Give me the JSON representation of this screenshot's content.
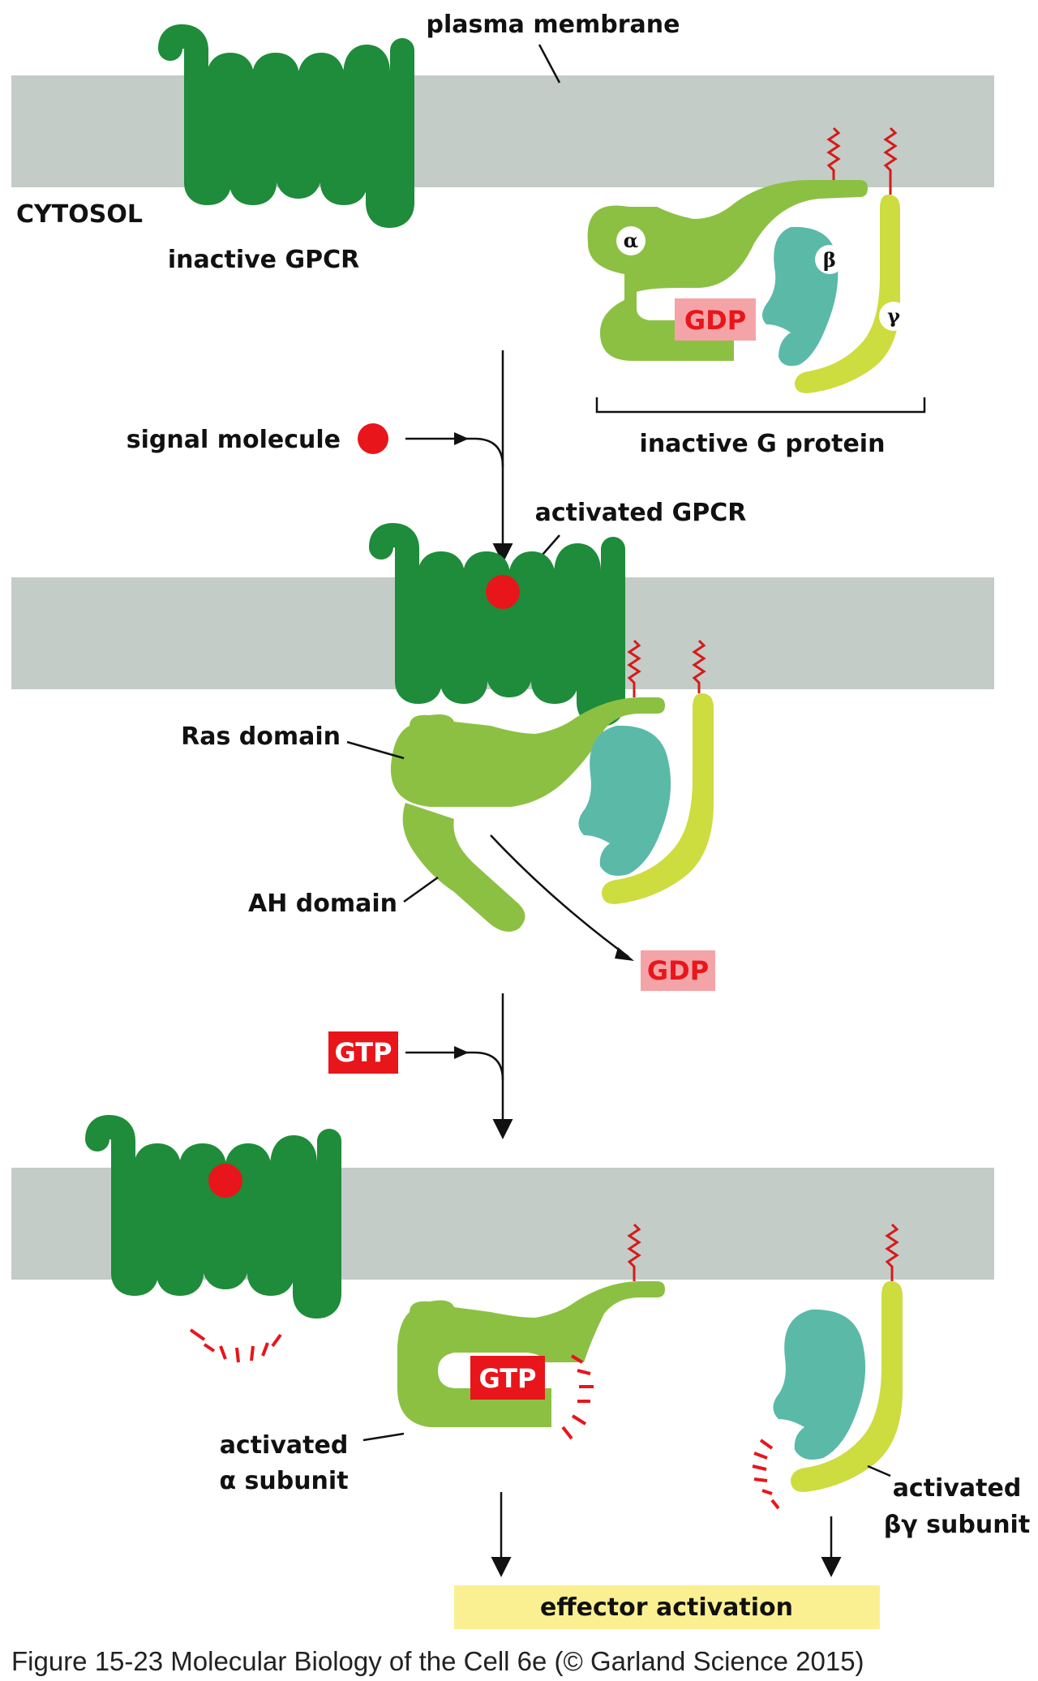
{
  "labels": {
    "plasma_membrane": "plasma membrane",
    "cytosol": "CYTOSOL",
    "inactive_gpcr": "inactive GPCR",
    "inactive_g_protein": "inactive G protein",
    "signal_molecule": "signal molecule",
    "activated_gpcr": "activated GPCR",
    "ras_domain": "Ras domain",
    "ah_domain": "AH domain",
    "activated_alpha_line1": "activated",
    "activated_alpha_line2": "α subunit",
    "activated_bg_line1": "activated",
    "activated_bg_line2": "βγ subunit",
    "effector_activation": "effector activation",
    "gdp": "GDP",
    "gtp": "GTP",
    "alpha": "α",
    "beta": "β",
    "gamma": "γ"
  },
  "caption": "Figure 15-23  Molecular Biology of the Cell 6e (© Garland Science 2015)",
  "colors": {
    "membrane": "#c4ccc7",
    "gpcr": "#1e8c3a",
    "alpha_subunit": "#8cc043",
    "beta_subunit": "#5bb9a8",
    "gamma_subunit": "#cddc3f",
    "signal_molecule": "#e8151b",
    "gdp_box": "#f4a4a7",
    "gtp_box": "#e8151b",
    "effector_box": "#fbf091"
  }
}
